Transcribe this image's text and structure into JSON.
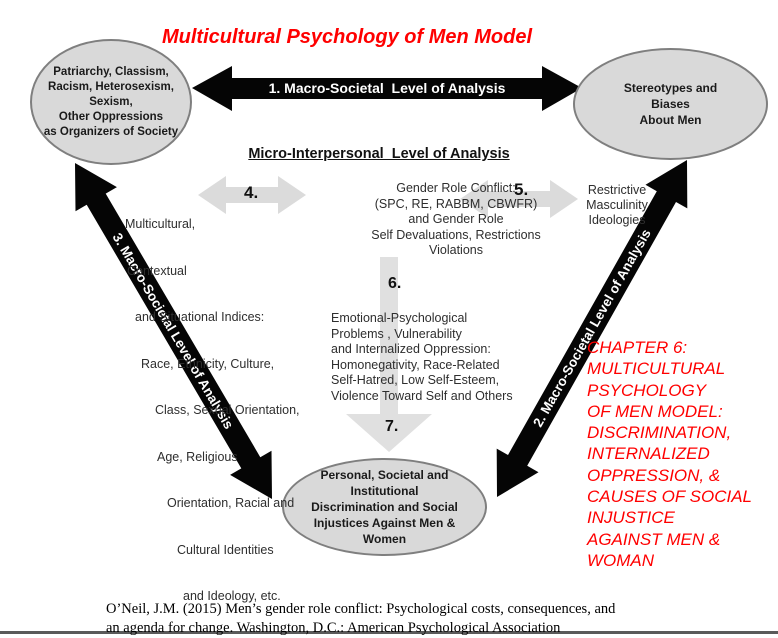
{
  "title": "Multicultural Psychology of Men Model",
  "colors": {
    "accent_red": "#ff0000",
    "ellipse_fill": "#d9d9d9",
    "ellipse_border": "#7f7f7f",
    "black_arrow": "#050505",
    "gray_arrow": "#dbdbdb",
    "vertical_gray_arrow": "#e0e0e0"
  },
  "ellipses": {
    "top_left": "Patriarchy, Classism,\nRacism, Heterosexism,\nSexism,\nOther Oppressions\nas Organizers of Society",
    "top_right": "Stereotypes and\nBiases\nAbout Men",
    "bottom": "Personal, Societal and\nInstitutional\nDiscrimination and Social\nInjustices Against Men &\nWomen"
  },
  "arrows": {
    "macro_1_label": "1. Macro-Societal  Level of Analysis",
    "macro_2_label": "2. Macro-Societal Level of Analysis",
    "macro_3_label": "3. Macro-Societal Level of Analysis",
    "num_4": "4.",
    "num_5": "5.",
    "num_6": "6.",
    "num_7": "7."
  },
  "micro": {
    "heading": "Micro-Interpersonal  Level of Analysis",
    "left_block": {
      "lines": [
        "Multicultural,",
        "Contextual",
        "and Situational Indices:",
        "Race, Ethnicity, Culture,",
        "Class, Sexual Orientation,",
        "Age, Religious",
        "Orientation, Racial and",
        "Cultural Identities",
        "and Ideology, etc."
      ]
    },
    "center_block": "Gender Role Conflict:\n(SPC, RE, RABBM, CBWFR)\nand Gender Role\nSelf Devaluations, Restrictions\nViolations",
    "right_block": "Restrictive\nMasculinity\nIdeologies",
    "outcome_block": "Emotional-Psychological\nProblems , Vulnerability\nand Internalized Oppression:\nHomonegativity, Race-Related\nSelf-Hatred, Low Self-Esteem,\nViolence Toward Self and Others"
  },
  "chapter_note": "CHAPTER 6:\nMULTICULTURAL\nPSYCHOLOGY\nOF MEN MODEL:\nDISCRIMINATION,\nINTERNALIZED\nOPPRESSION, &\nCAUSES OF SOCIAL\nINJUSTICE\nAGAINST MEN &\nWOMAN",
  "citation": "O’Neil, J.M. (2015) Men’s gender role conflict: Psychological costs, consequences, and\nan agenda for change. Washington, D.C.: American Psychological Association"
}
